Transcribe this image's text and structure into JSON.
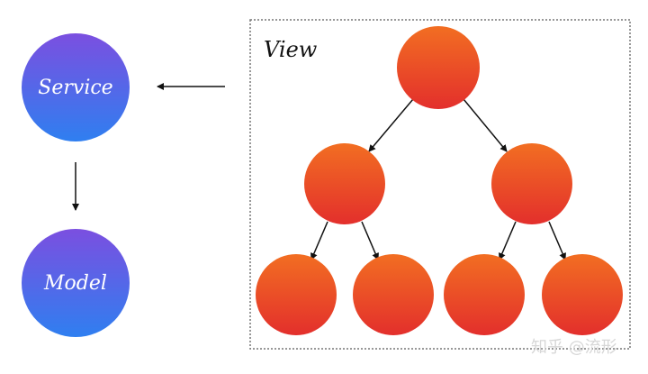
{
  "service": {
    "label": "Service"
  },
  "model": {
    "label": "Model"
  },
  "view": {
    "title": "View"
  },
  "watermark": {
    "text": "知乎 @流形"
  },
  "colors": {
    "blue_node_top": "#7b4fe0",
    "blue_node_bottom": "#2f7ff0",
    "red_node_top": "#f26e22",
    "red_node_bottom": "#e32f2c",
    "view_border": "#777777",
    "arrow": "#111111"
  }
}
